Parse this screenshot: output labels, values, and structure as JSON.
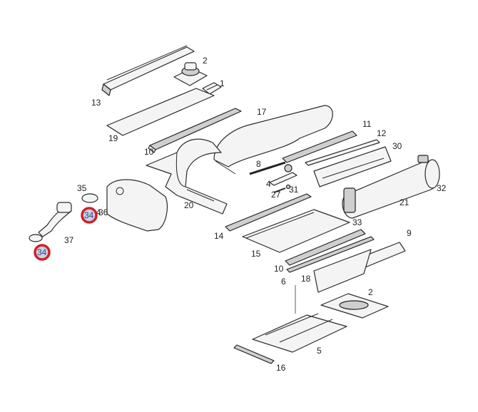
{
  "diagram": {
    "labels": [
      "1",
      "2",
      "13",
      "19",
      "17",
      "11",
      "12",
      "30",
      "10",
      "8",
      "4",
      "27",
      "31",
      "35",
      "36",
      "34",
      "37",
      "20",
      "14",
      "33",
      "15",
      "21",
      "32",
      "9",
      "10",
      "6",
      "18",
      "2",
      "5",
      "16"
    ],
    "callouts": [
      "34",
      "34"
    ],
    "accent_color": "#d21f26"
  }
}
